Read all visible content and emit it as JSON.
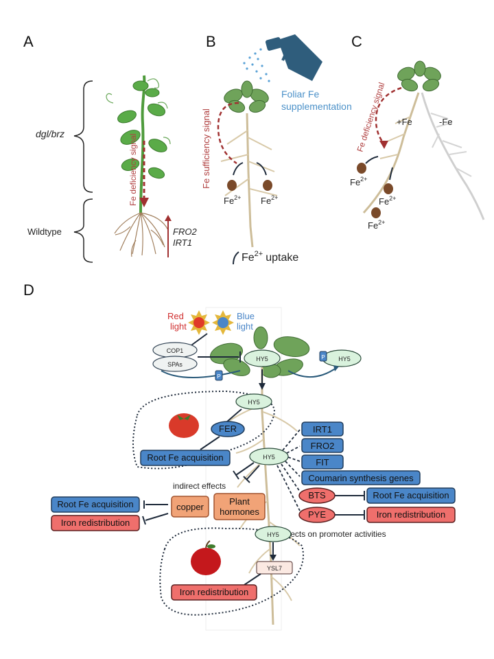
{
  "panels": {
    "a": "A",
    "b": "B",
    "c": "C",
    "d": "D"
  },
  "panel_a": {
    "brace_top": "dgl/brz",
    "brace_bottom": "Wildtype",
    "signal": "Fe deficiency signal",
    "gene1": "FRO2",
    "gene2": "IRT1"
  },
  "panel_b": {
    "foliar": "Foliar Fe",
    "supplementation": "supplementation",
    "signal": "Fe sufficiency signal",
    "fe_left": "Fe",
    "fe_right": "Fe",
    "charge": "2+",
    "uptake_fe": "Fe",
    "uptake_word": "uptake"
  },
  "panel_c": {
    "signal": "Fe deficiency signal",
    "plus_fe": "+Fe",
    "minus_fe": "-Fe",
    "fe1": "Fe",
    "fe2": "Fe",
    "fe3": "Fe",
    "charge": "2+"
  },
  "panel_d": {
    "red_light": "Red",
    "red_light2": "light",
    "blue_light": "Blue",
    "blue_light2": "light",
    "cop1": "COP1",
    "spas": "SPAs",
    "hy5": "HY5",
    "p": "P",
    "fer": "FER",
    "root_fe_acq_left": "Root Fe acquisition",
    "irt1": "IRT1",
    "fro2": "FRO2",
    "fit": "FIT",
    "coumarin": "Coumarin synthesis genes",
    "bts": "BTS",
    "pye": "PYE",
    "root_fe_acq_right": "Root Fe acquisition",
    "iron_redis_right": "Iron redistribution",
    "indirect": "indirect effects",
    "copper": "copper",
    "plant": "Plant",
    "hormones": "hormones",
    "root_fe_acq_far": "Root Fe acquisition",
    "iron_redis_far": "Iron redistribution",
    "direct": "direct effects on promoter activities",
    "ysl7": "YSL7",
    "iron_redis_bottom": "Iron redistribution"
  },
  "colors": {
    "blue_box": "#4a86c8",
    "red_box": "#ef6f6c",
    "orange_box": "#f1a377",
    "hy5_fill": "#d9f2dd",
    "signal_red": "#a03030",
    "foliar_blue": "#4a90c8"
  }
}
